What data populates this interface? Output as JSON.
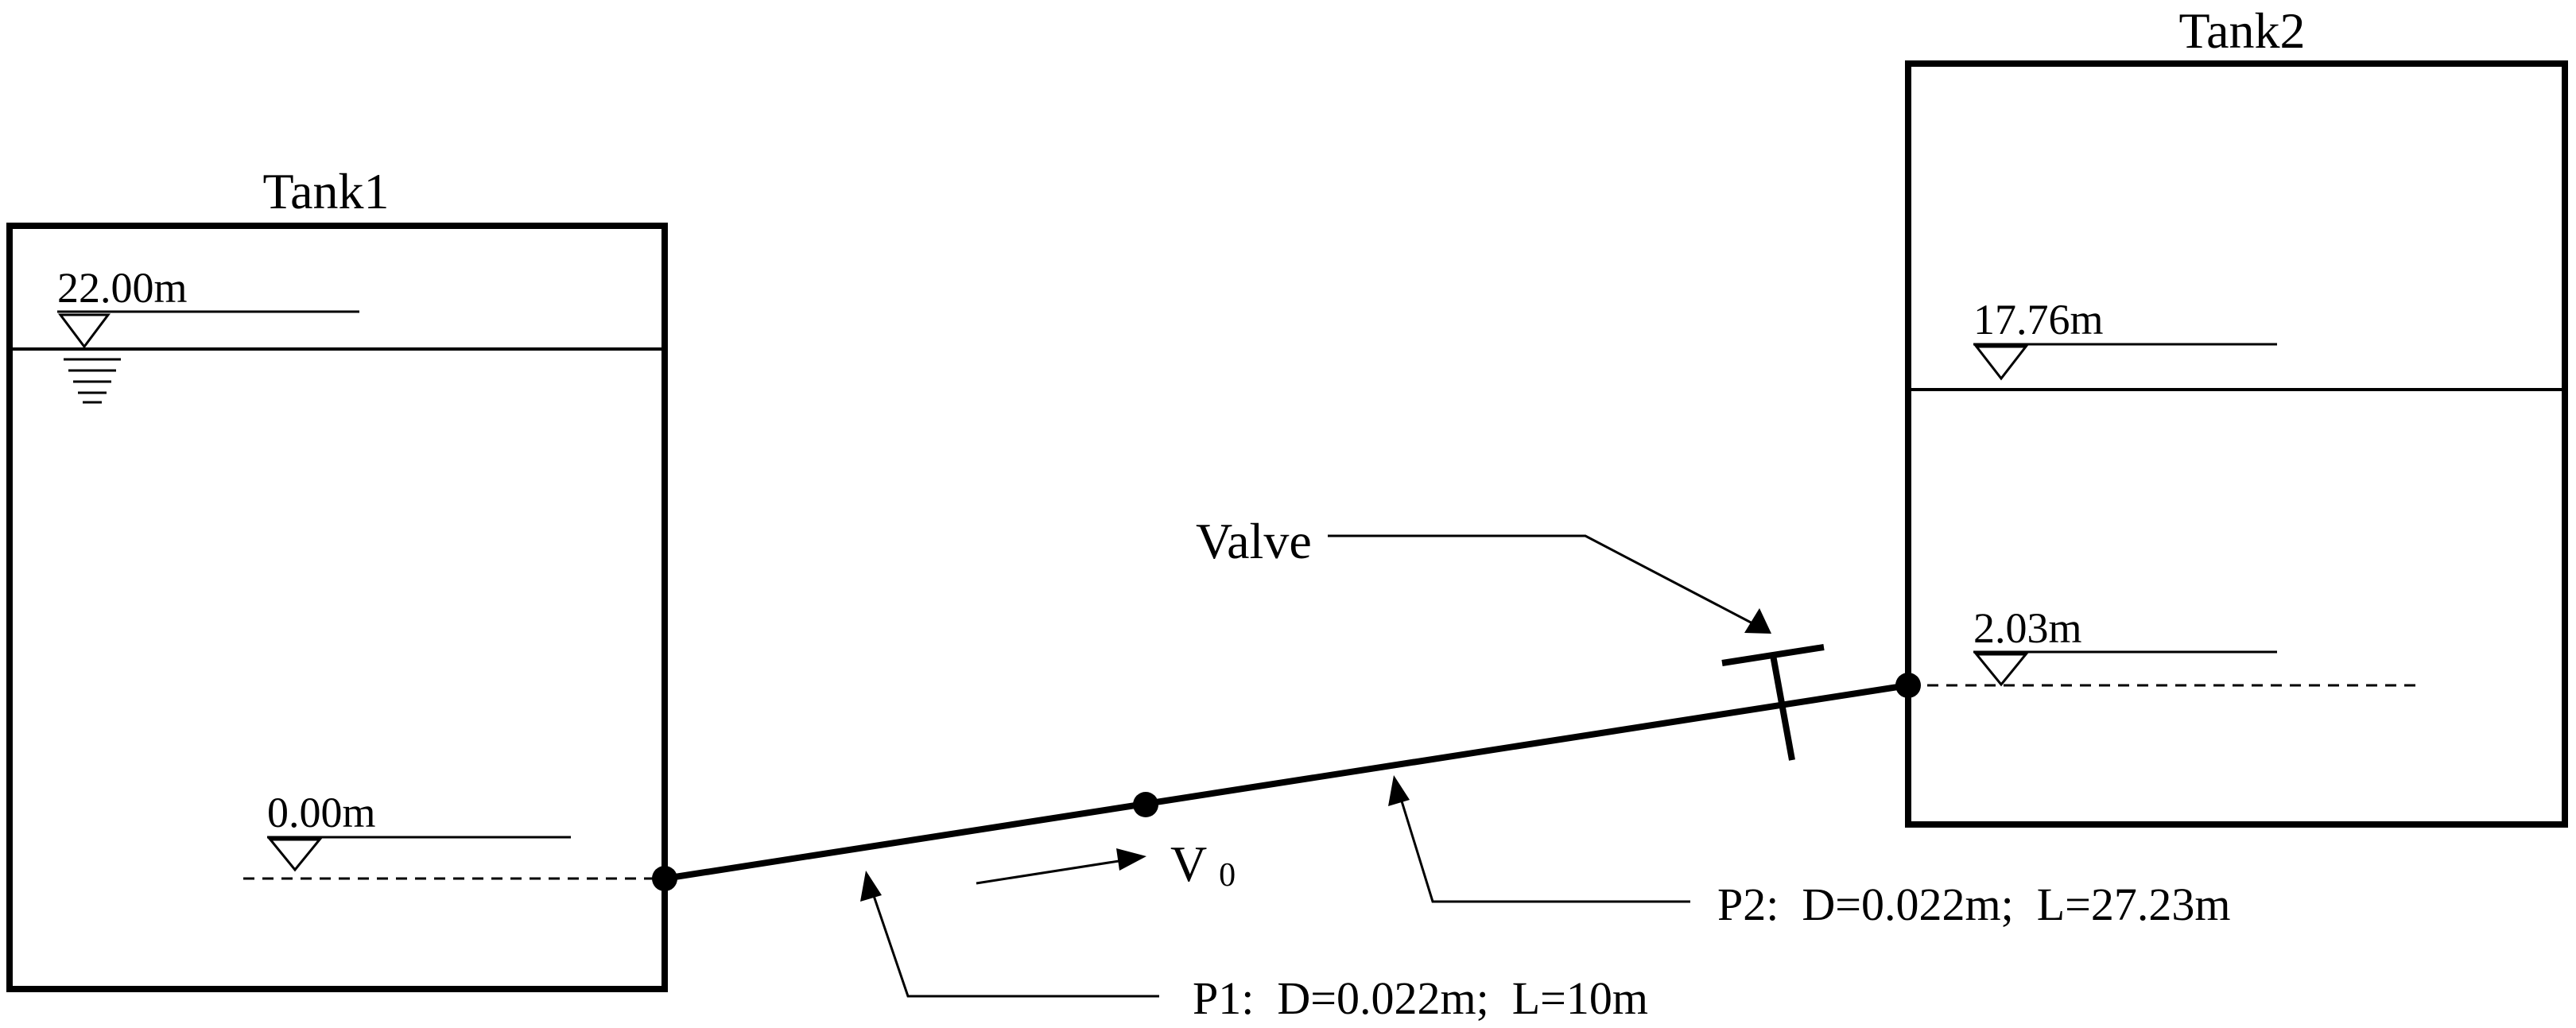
{
  "tank1": {
    "title": "Tank1",
    "water_level": "22.00m",
    "bottom_level": "0.00m"
  },
  "tank2": {
    "title": "Tank2",
    "water_level": "17.76m",
    "bottom_level": "2.03m"
  },
  "valve": {
    "label": "Valve"
  },
  "velocity": {
    "symbol": "V",
    "subscript": "0"
  },
  "pipe1": {
    "label": "P1:  D=0.022m;  L=10m"
  },
  "pipe2": {
    "label": "P2:  D=0.022m;  L=27.23m"
  }
}
